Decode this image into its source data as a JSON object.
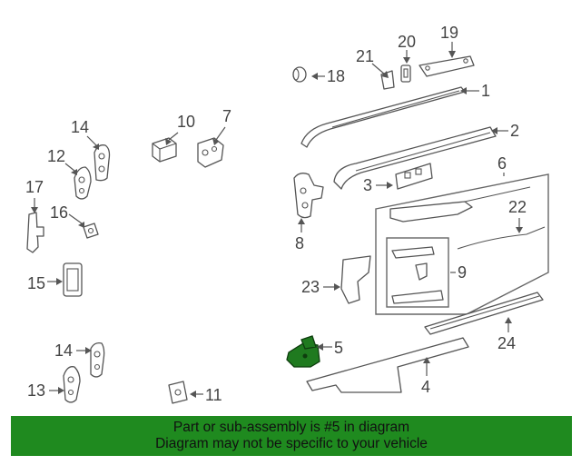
{
  "diagram": {
    "highlighted_part": "5",
    "callouts": {
      "c1": "1",
      "c2": "2",
      "c3": "3",
      "c4": "4",
      "c5": "5",
      "c6": "6",
      "c7": "7",
      "c8": "8",
      "c9": "9",
      "c10": "10",
      "c11": "11",
      "c12": "12",
      "c13": "13",
      "c14a": "14",
      "c14b": "14",
      "c15": "15",
      "c16": "16",
      "c17": "17",
      "c18": "18",
      "c19": "19",
      "c20": "20",
      "c21": "21",
      "c22": "22",
      "c23": "23",
      "c24": "24"
    },
    "colors": {
      "highlight": "#1f7a1f",
      "banner": "#1f8a1f",
      "line": "#555555"
    }
  },
  "banner": {
    "line1": "Part or sub-assembly is #5 in diagram",
    "line2": "Diagram may not be specific to your vehicle"
  }
}
